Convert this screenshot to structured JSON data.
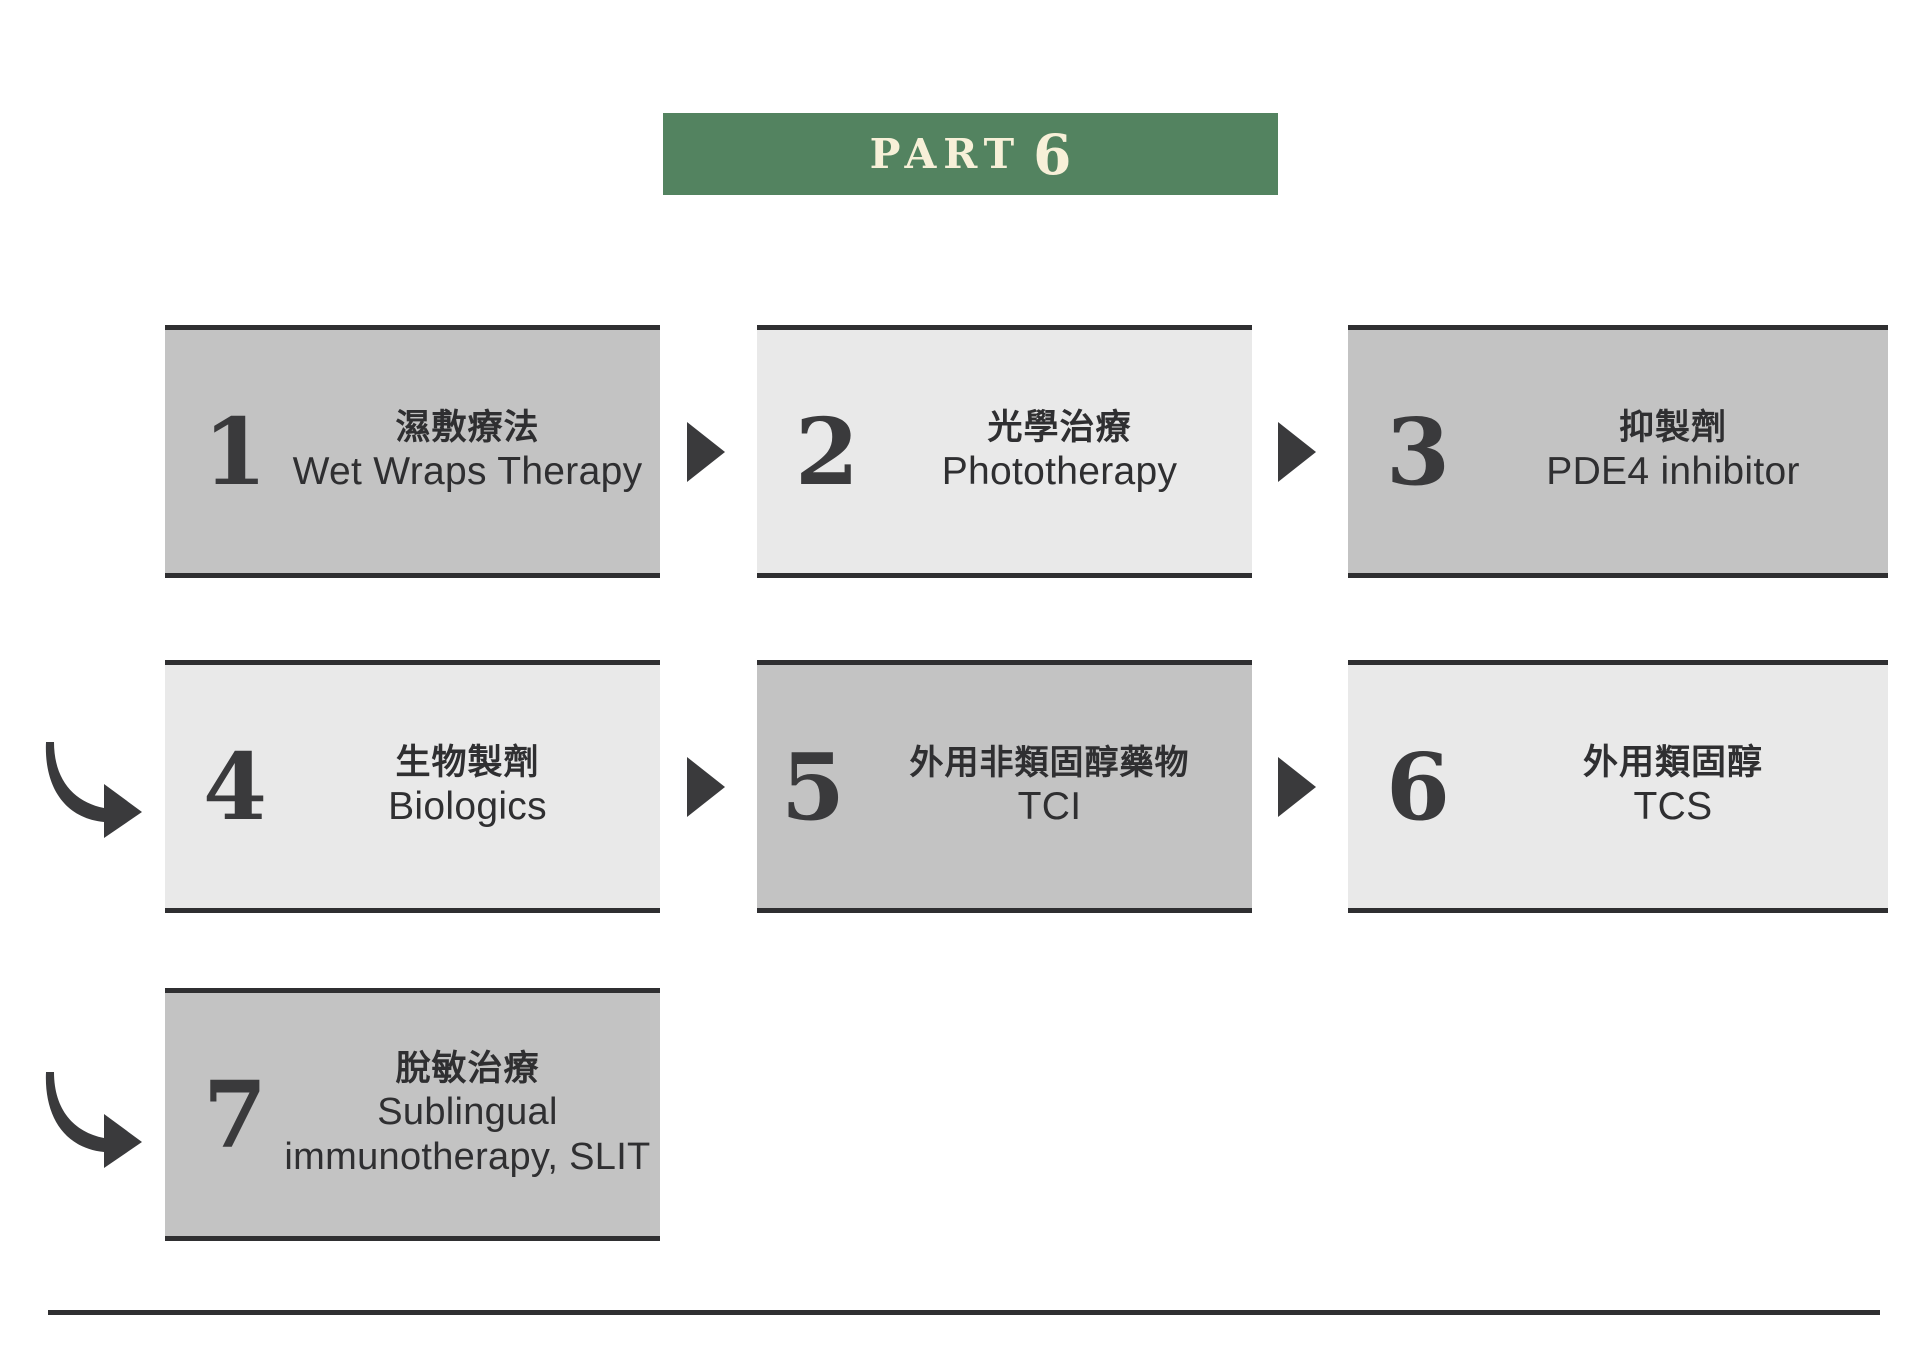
{
  "header": {
    "part_word": "PART",
    "part_number": "6",
    "banner_color": "#538360",
    "text_color": "#F7F0D8"
  },
  "colors": {
    "shade_dark": "#C3C3C3",
    "shade_light": "#E9E9E9",
    "ink": "#2f2f31",
    "number_ink": "#3A3A3C",
    "arrow": "#3A3A3C"
  },
  "steps": [
    {
      "number": "1",
      "title_cn": "濕敷療法",
      "title_en": "Wet Wraps Therapy",
      "shade": "dark"
    },
    {
      "number": "2",
      "title_cn": "光學治療",
      "title_en": "Phototherapy",
      "shade": "light"
    },
    {
      "number": "3",
      "title_cn": "抑製劑",
      "title_en": "PDE4 inhibitor",
      "shade": "dark"
    },
    {
      "number": "4",
      "title_cn": "生物製劑",
      "title_en": "Biologics",
      "shade": "light"
    },
    {
      "number": "5",
      "title_cn": "外用非類固醇藥物",
      "title_en": "TCI",
      "shade": "dark"
    },
    {
      "number": "6",
      "title_cn": "外用類固醇",
      "title_en": "TCS",
      "shade": "light"
    },
    {
      "number": "7",
      "title_cn": "脫敏治療",
      "title_en": "Sublingual immunotherapy, SLIT",
      "shade": "dark"
    }
  ],
  "connectors": [
    {
      "name": "triangle-arrow-1-to-2",
      "type": "triangle-right"
    },
    {
      "name": "triangle-arrow-2-to-3",
      "type": "triangle-right"
    },
    {
      "name": "triangle-arrow-5-to-6",
      "type": "triangle-right"
    },
    {
      "name": "triangle-arrow-4-to-5",
      "type": "triangle-right"
    },
    {
      "name": "hook-arrow-3-to-4",
      "type": "curved-hook"
    },
    {
      "name": "hook-arrow-6-to-7",
      "type": "curved-hook"
    }
  ]
}
